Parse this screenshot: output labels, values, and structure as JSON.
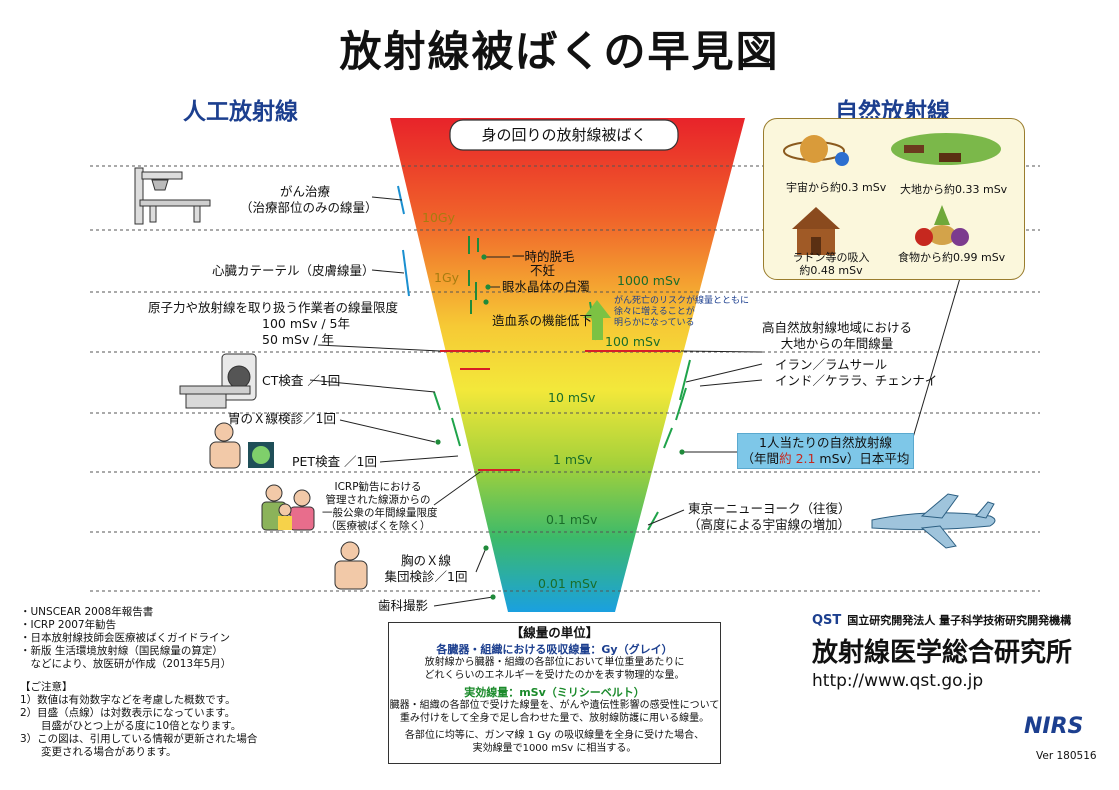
{
  "title": "放射線被ばくの早見図",
  "headings": {
    "artificial": "人工放射線",
    "natural": "自然放射線"
  },
  "funnel": {
    "header": "身の回りの放射線被ばく",
    "scale_labels": [
      "10Gy",
      "1Gy",
      "1000 mSv",
      "100 mSv",
      "10 mSv",
      "1 mSv",
      "0.1 mSv",
      "0.01 mSv"
    ],
    "effects": [
      "一時的脱毛",
      "不妊",
      "眼水晶体の白濁",
      "造血系の機能低下"
    ],
    "cancer_note": [
      "がん死亡のリスクが線量とともに",
      "徐々に増えることが",
      "明らかになっている"
    ]
  },
  "left_items": {
    "cancer_treatment": [
      "がん治療",
      "（治療部位のみの線量）"
    ],
    "cardiac_cath": "心臓カテーテル（皮膚線量）",
    "worker_limit": [
      "原子力や放射線を取り扱う作業者の線量限度",
      "100 mSv / 5年",
      "50 mSv / 年"
    ],
    "ct": "CT検査 ／1回",
    "stomach_xray": "胃のＸ線検診／1回",
    "pet": "PET検査 ／1回",
    "icrp": [
      "ICRP勧告における",
      "管理された線源からの",
      "一般公衆の年間線量限度",
      "（医療被ばくを除く）"
    ],
    "chest_xray": [
      "胸のＸ線",
      "集団検診／1回"
    ],
    "dental": "歯科撮影"
  },
  "right_items": {
    "high_natural": [
      "高自然放射線地域における",
      "大地からの年間線量"
    ],
    "iran": "イラン／ラムサール",
    "india": "インド／ケララ、チェンナイ",
    "avg_line1": "1人当たりの自然放射線",
    "avg_pre": "（年間",
    "avg_approx": "約",
    "avg_val": "2.1",
    "avg_post": " mSv）日本平均",
    "flight": [
      "東京ーニューヨーク（往復）",
      "（高度による宇宙線の増加）"
    ]
  },
  "natural_panel": {
    "cosmic": "宇宙から約0.3 mSv",
    "ground": "大地から約0.33 mSv",
    "radon": "ラドン等の吸入",
    "radon_val": "約0.48 mSv",
    "food": "食物から約0.99 mSv"
  },
  "units_box": {
    "heading": "【線量の単位】",
    "absorbed_title": "各臓器・組織における吸収線量：Gy（グレイ）",
    "absorbed_text": [
      "放射線から臓器・組織の各部位において単位重量あたりに",
      "どれくらいのエネルギーを受けたのかを表す物理的な量。"
    ],
    "effective_title": "実効線量：mSv（ミリシーベルト）",
    "effective_text": [
      "臓器・組織の各部位で受けた線量を、がんや遺伝性影響の感受性について",
      "重み付けをして全身で足し合わせた量で、放射線防護に用いる線量。"
    ],
    "equiv_text": [
      "各部位に均等に、ガンマ線 1 Gy の吸収線量を全身に受けた場合、",
      "実効線量で1000 mSv に相当する。"
    ]
  },
  "references": [
    "・UNSCEAR 2008年報告書",
    "・ICRP 2007年勧告",
    "・日本放射線技師会医療被ばくガイドライン",
    "・新版 生活環境放射線（国民線量の算定）",
    "　などにより、放医研が作成（2013年5月）"
  ],
  "notes_heading": "【ご注意】",
  "notes": [
    "1）数値は有効数字などを考慮した概数です。",
    "2）目盛（点線）は対数表示になっています。",
    "　　目盛がひとつ上がる度に10倍となります。",
    "3）この図は、引用している情報が更新された場合",
    "　　変更される場合があります。"
  ],
  "org": {
    "qst": "QST",
    "name_small": "国立研究開発法人 量子科学技術研究開発機構",
    "name_big": "放射線医学総合研究所",
    "url": "http://www.qst.go.jp",
    "nirs": "NIRS",
    "version": "Ver 180516"
  },
  "colors": {
    "heading_blue": "#1c3f8f",
    "scale_green": "#1a6d2a",
    "funnel_top": "#e8232a",
    "funnel_mid": "#f6e33a",
    "funnel_bottom": "#1aa0e0"
  }
}
